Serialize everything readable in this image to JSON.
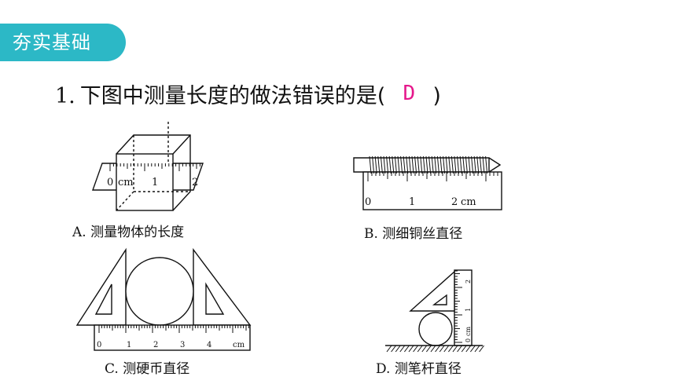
{
  "badge": {
    "label": "夯实基础"
  },
  "question": {
    "number": "1.",
    "text": "下图中测量长度的做法错误的是",
    "open_paren": "(",
    "answer": "D",
    "close_paren": ")"
  },
  "figures": {
    "a": {
      "caption": "A. 测量物体的长度",
      "labels": [
        "0",
        "cm",
        "1",
        "2"
      ]
    },
    "b": {
      "caption": "B. 测细铜丝直径",
      "labels": [
        "0",
        "1",
        "2",
        "cm"
      ]
    },
    "c": {
      "caption": "C. 测硬币直径",
      "labels": [
        "0",
        "1",
        "2",
        "3",
        "4",
        "cm"
      ]
    },
    "d": {
      "caption": "D. 测笔杆直径",
      "labels": [
        "0",
        "cm",
        "1",
        "2"
      ]
    }
  },
  "colors": {
    "badge": "#2cb8c6",
    "answer": "#e5178b"
  }
}
